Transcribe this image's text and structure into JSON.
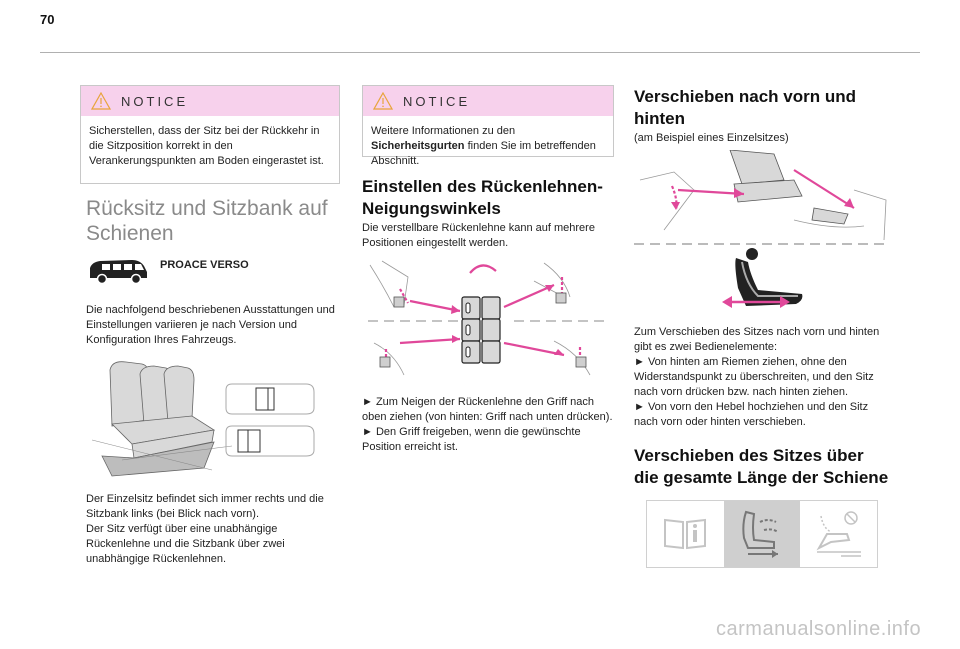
{
  "page_number": "70",
  "colors": {
    "notice_header": "#f7d1ec",
    "accent_pink": "#e0489a",
    "section_gray": "#8a8a8a"
  },
  "column1": {
    "notice": {
      "title": "NOTICE",
      "text": "Sicherstellen, dass der Sitz bei der Rückkehr in die Sitzposition korrekt in den Verankerungspunkten am Boden eingerastet ist."
    },
    "section_title_line1": "Rücksitz und Sitzbank auf",
    "section_title_line2": "Schienen",
    "model_label": "PROACE VERSO",
    "intro_text": "Die nachfolgend beschriebenen Ausstattungen und Einstellungen variieren je nach Version und Konfiguration Ihres Fahrzeugs.",
    "desc_line1": "Der Einzelsitz befindet sich immer rechts und die Sitzbank links (bei Blick nach vorn).",
    "desc_line2": "Der Sitz verfügt über eine unabhängige Rückenlehne und die Sitzbank über zwei unabhängige Rückenlehnen."
  },
  "column2": {
    "notice": {
      "title": "NOTICE",
      "text_prefix": "Weitere Informationen zu den ",
      "text_bold": "Sicherheitsgurten",
      "text_suffix": " finden Sie im betreffenden Abschnitt."
    },
    "heading_line1": "Einstellen des Rückenlehnen-",
    "heading_line2": "Neigungswinkels",
    "intro_text": "Die verstellbare Rückenlehne kann auf mehrere Positionen eingestellt werden.",
    "step1": "► Zum Neigen der Rückenlehne den Griff nach oben ziehen (von hinten: Griff nach unten drücken).",
    "step2": "► Den Griff freigeben, wenn die gewünschte Position erreicht ist."
  },
  "column3": {
    "heading1_line1": "Verschieben nach vorn und",
    "heading1_line2": "hinten",
    "subtitle": "(am Beispiel eines Einzelsitzes)",
    "intro_text": "Zum Verschieben des Sitzes nach vorn und hinten gibt es zwei Bedienelemente:",
    "step1": "► Von hinten am Riemen ziehen, ohne den Widerstandspunkt zu überschreiten, und den Sitz nach vorn drücken bzw. nach hinten ziehen.",
    "step2": "► Von vorn den Hebel hochziehen und den Sitz nach vorn oder hinten verschieben.",
    "heading2_line1": "Verschieben des Sitzes über",
    "heading2_line2": "die gesamte Länge der Schiene",
    "icons": [
      "book-info-icon",
      "seat-slide-icon",
      "seat-adjust-icon"
    ]
  },
  "watermark": "carmanualsonline.info"
}
